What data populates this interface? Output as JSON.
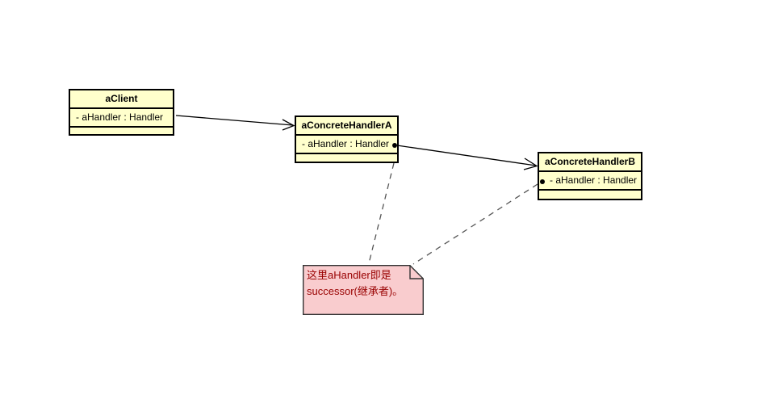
{
  "diagram": {
    "type": "uml-class-diagram",
    "background": "#ffffff",
    "class_fill": "#ffffcc",
    "class_stroke": "#000000",
    "note_fill": "#f9ccce",
    "note_text_color": "#990000"
  },
  "classes": [
    {
      "id": "aClient",
      "name": "aClient",
      "attributes": [
        "- aHandler : Handler"
      ],
      "operations": []
    },
    {
      "id": "aConcreteHandlerA",
      "name": "aConcreteHandlerA",
      "attributes": [
        "- aHandler : Handler"
      ],
      "operations": []
    },
    {
      "id": "aConcreteHandlerB",
      "name": "aConcreteHandlerB",
      "attributes": [
        "- aHandler : Handler"
      ],
      "operations": []
    }
  ],
  "note": {
    "id": "note-successor",
    "text": "这里aHandler即是\nsuccessor(继承者)。"
  },
  "edges": [
    {
      "id": "edge-client-to-handlerA",
      "from": "aClient",
      "to": "aConcreteHandlerA",
      "style": "solid",
      "arrow": "open"
    },
    {
      "id": "edge-handlerA-to-handlerB",
      "from": "aConcreteHandlerA",
      "to": "aConcreteHandlerB",
      "style": "solid",
      "arrow": "open"
    },
    {
      "id": "anchor-note-to-handlerA",
      "from": "note-successor",
      "to": "aConcreteHandlerA",
      "style": "dashed",
      "arrow": "none"
    },
    {
      "id": "anchor-note-to-handlerB",
      "from": "note-successor",
      "to": "aConcreteHandlerB",
      "style": "dashed",
      "arrow": "none"
    }
  ]
}
